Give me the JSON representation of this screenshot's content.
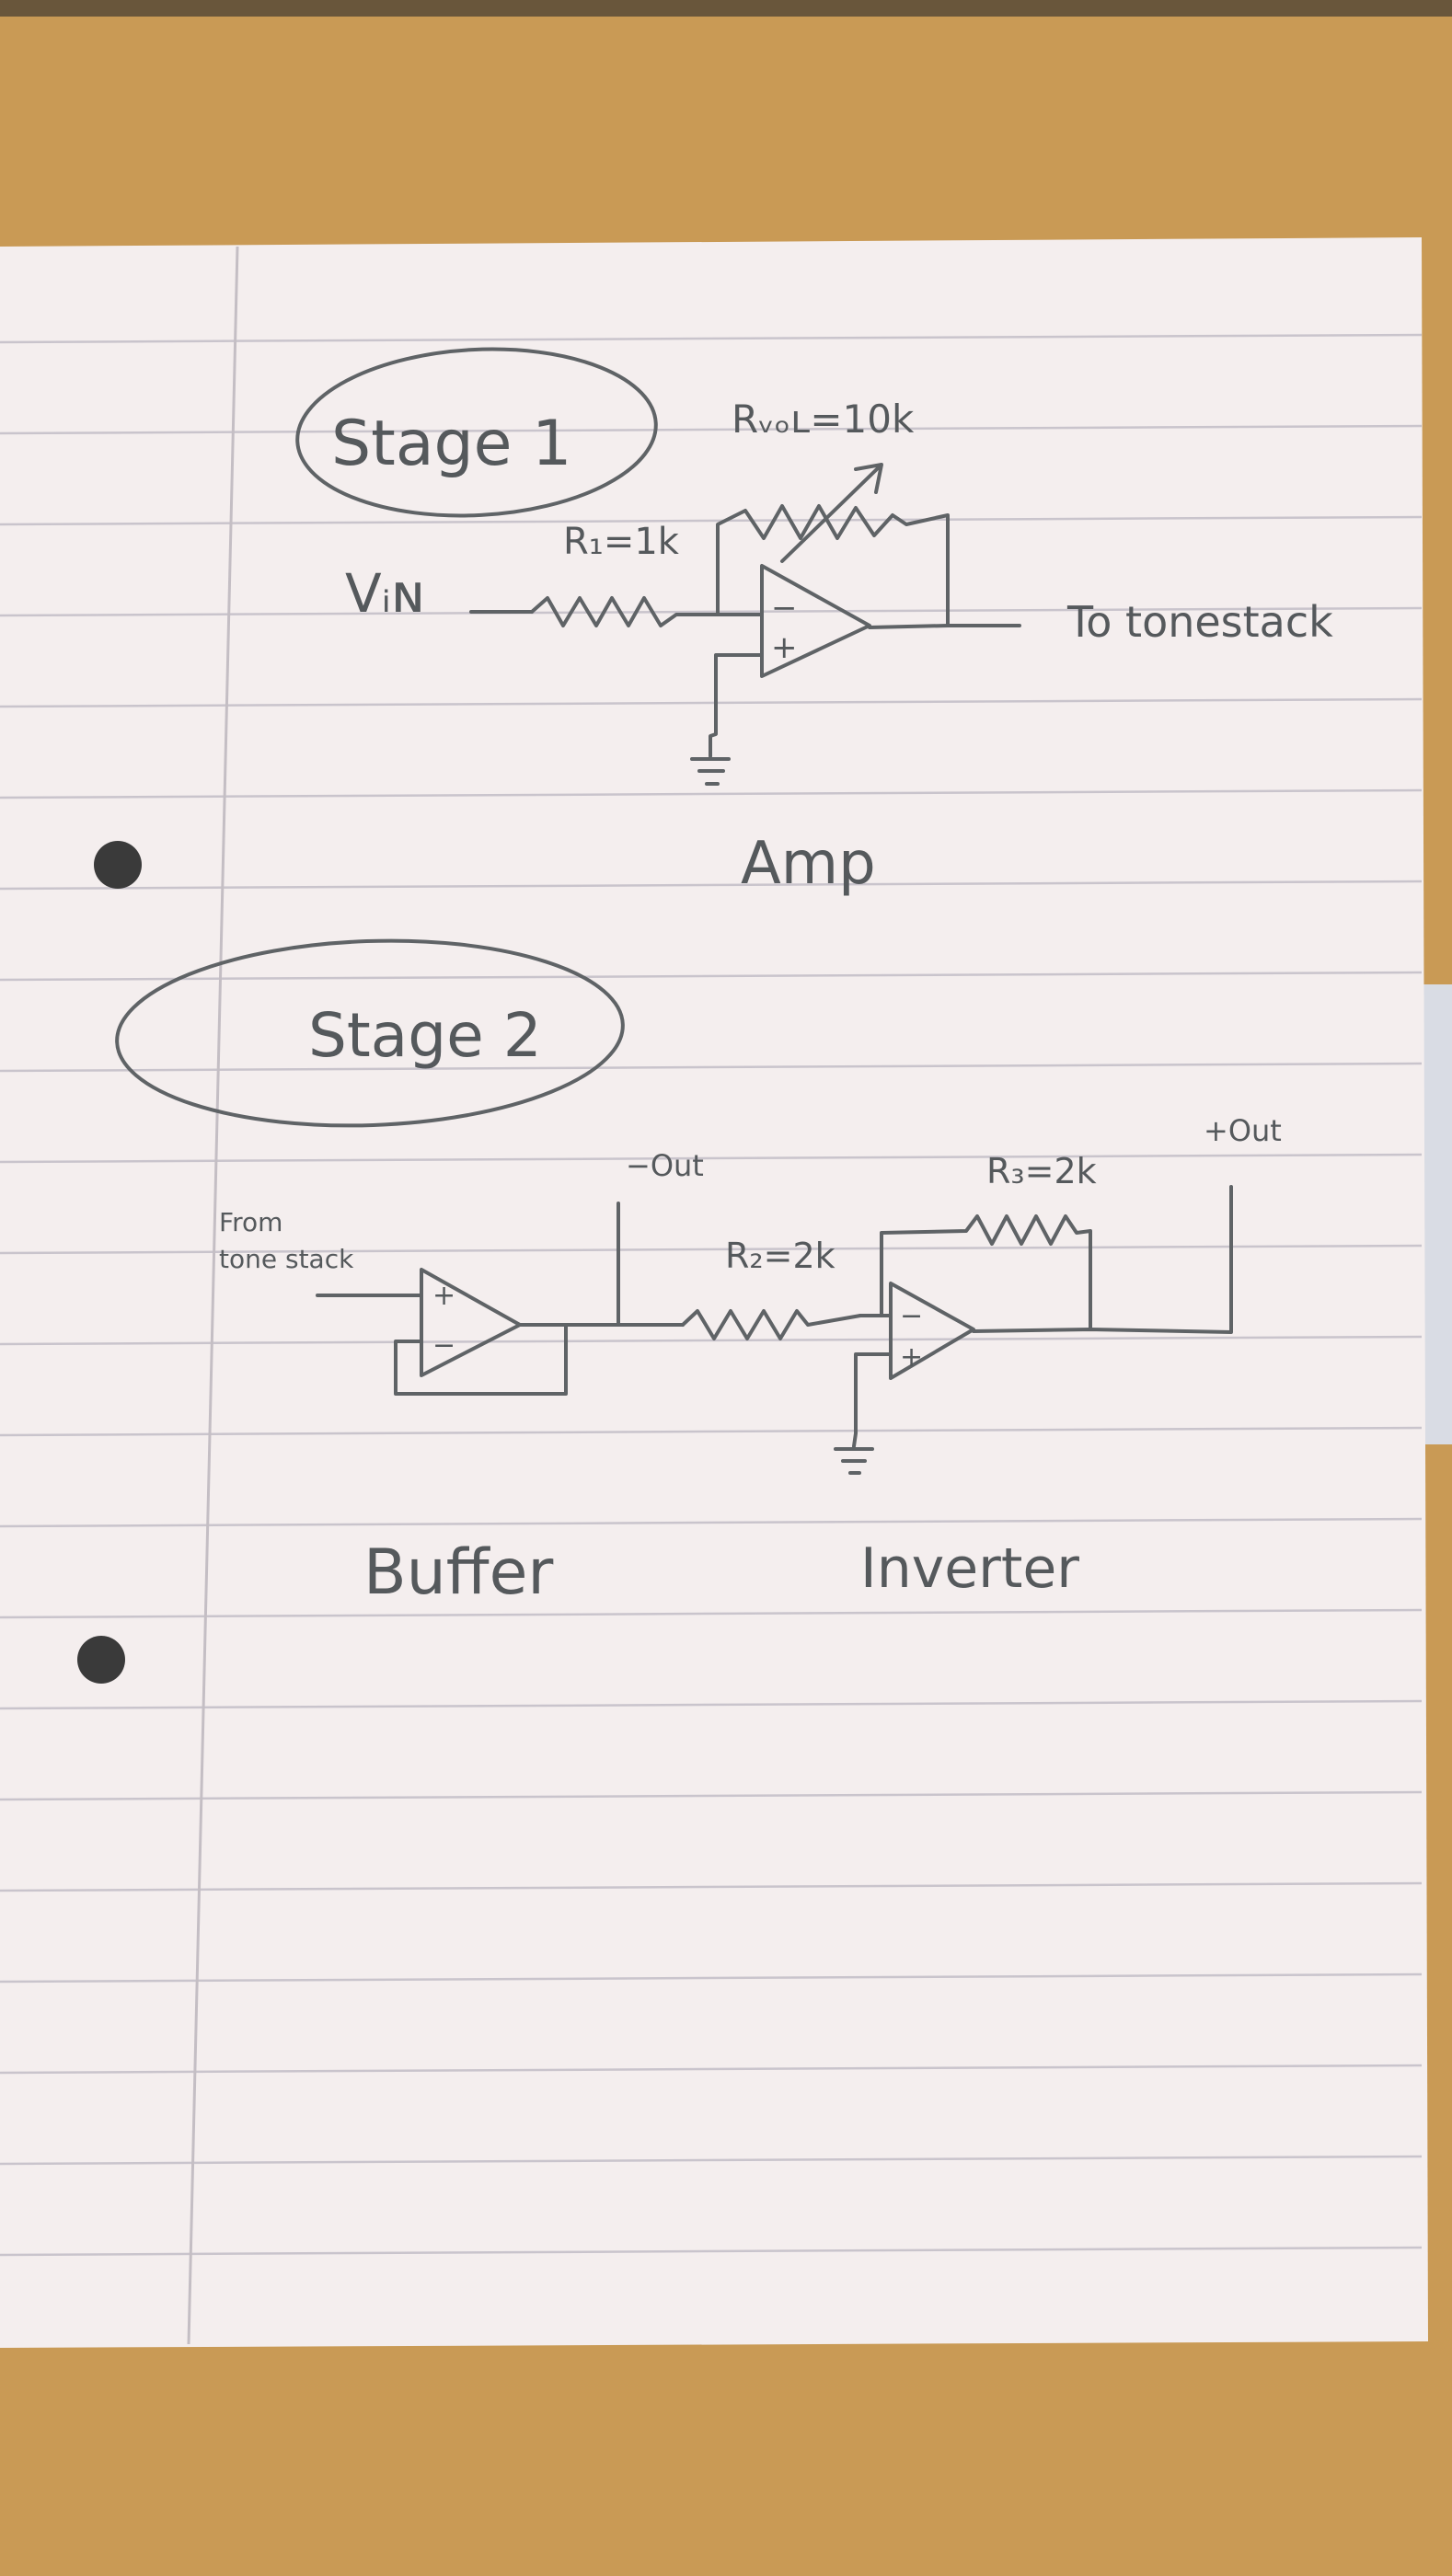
{
  "colors": {
    "desk": "#c99a55",
    "paper": "#f4eeee",
    "rule_line": "#c9c4cc",
    "margin_line": "#c4bec4",
    "ink": "#5f6366",
    "binder_hole": "#3a3a3a"
  },
  "stage1": {
    "title": "Stage 1",
    "input_label": "Vᵢɴ",
    "r1_label": "R₁=1k",
    "rvol_label": "Rᵥₒʟ=10k",
    "output_label": "To tonestack",
    "opamp_minus": "−",
    "opamp_plus": "+",
    "caption": "Amp"
  },
  "stage2": {
    "title": "Stage 2",
    "input_label_line1": "From",
    "input_label_line2": "tone stack",
    "neg_out_label": "−Out",
    "r2_label": "R₂=2k",
    "r3_label": "R₃=2k",
    "pos_out_label": "+Out",
    "buffer_plus": "+",
    "buffer_minus": "−",
    "inverter_minus": "−",
    "inverter_plus": "+",
    "buffer_caption": "Buffer",
    "inverter_caption": "Inverter"
  }
}
